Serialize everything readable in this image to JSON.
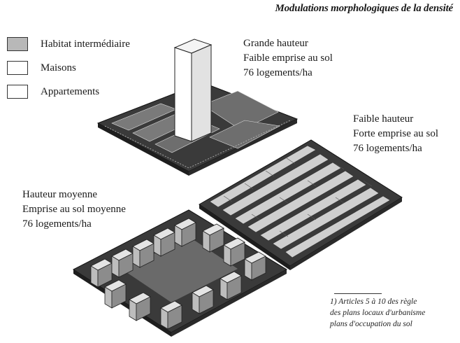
{
  "title": "Modulations morphologiques de la densité",
  "legend": [
    {
      "label": "Habitat intermédiaire",
      "color": "#b8b8b8"
    },
    {
      "label": "Maisons",
      "color": "#ffffff"
    },
    {
      "label": "Appartements",
      "color": "#ffffff"
    }
  ],
  "blocks": {
    "grande": {
      "line1": "Grande hauteur",
      "line2": "Faible emprise au sol",
      "line3": "76 logements/ha"
    },
    "faible": {
      "line1": "Faible hauteur",
      "line2": "Forte emprise au sol",
      "line3": "76 logements/ha"
    },
    "moyenne": {
      "line1": "Hauteur moyenne",
      "line2": "Emprise au sol moyenne",
      "line3": "76 logements/ha"
    }
  },
  "footnote": {
    "line1": "1) Articles 5 à 10 des règle",
    "line2": "des plans locaux d'urbanisme",
    "line3": "plans d'occupation du sol"
  },
  "colors": {
    "ground": "#3a3a3a",
    "courtyard": "#6e6e6e",
    "building_light": "#d8d8d8",
    "building_dark": "#8a8a8a"
  }
}
